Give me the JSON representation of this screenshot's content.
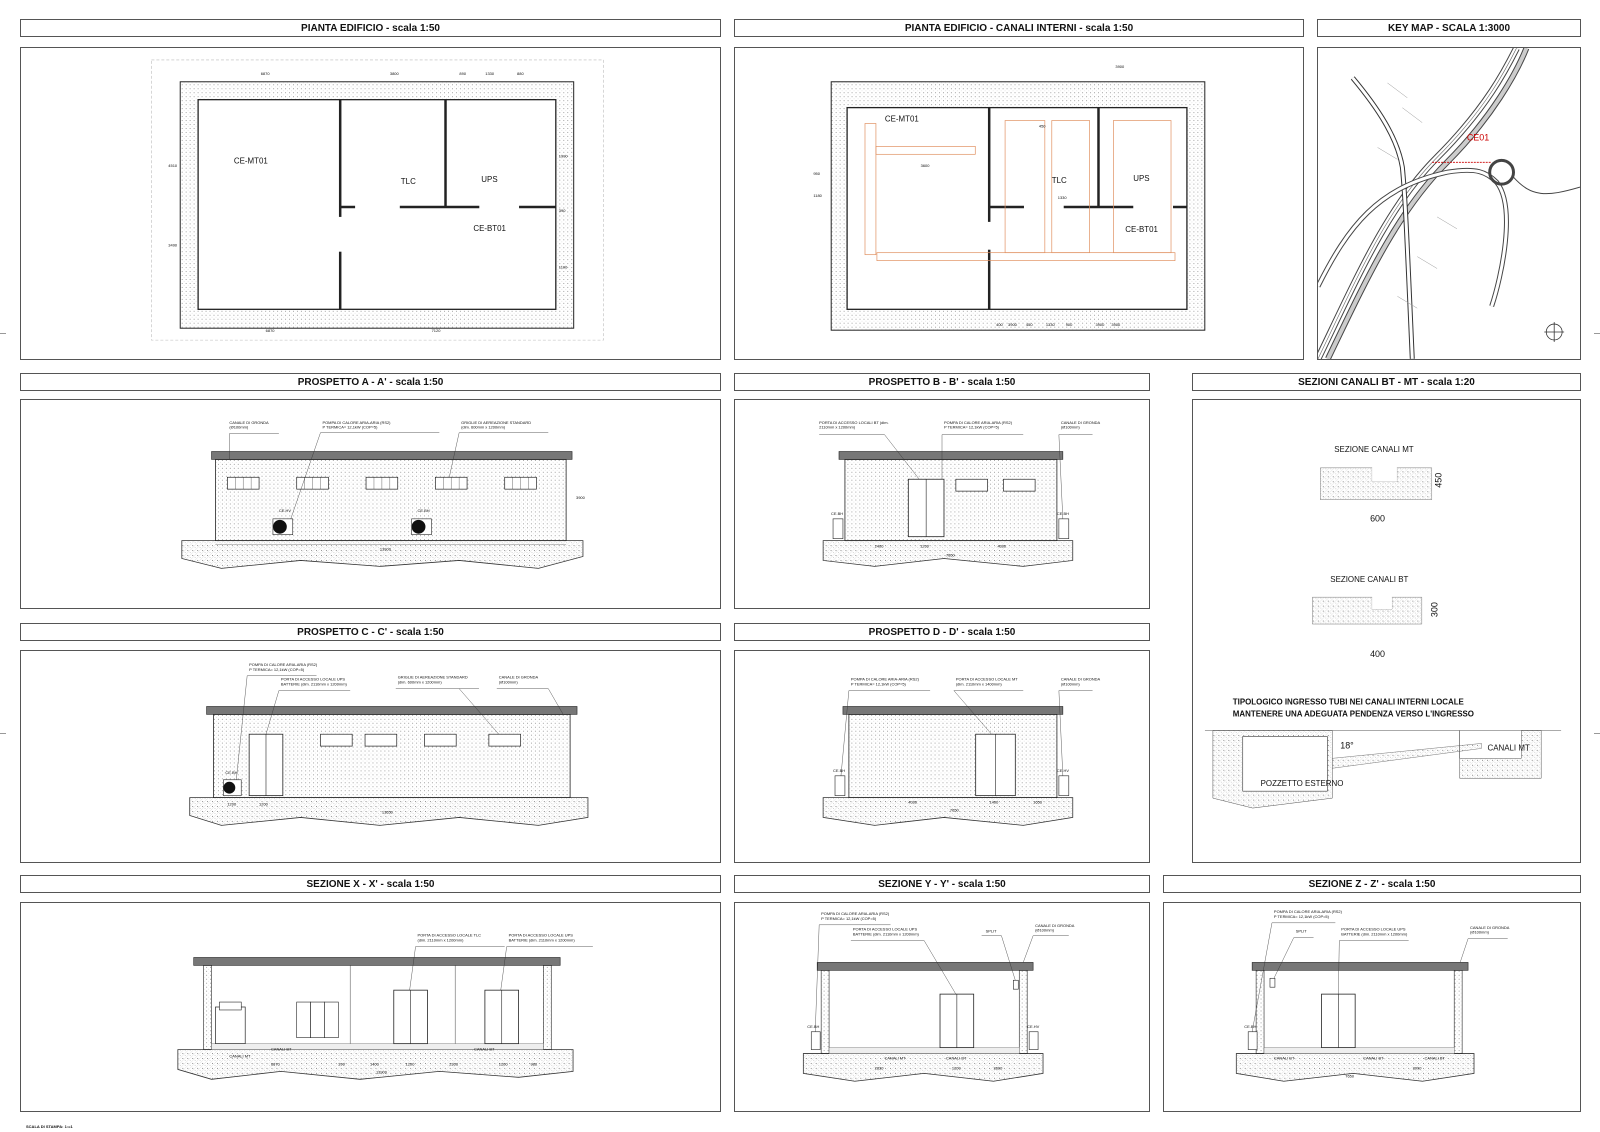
{
  "headers": {
    "plan": "PIANTA EDIFICIO - scala 1:50",
    "canali": "PIANTA EDIFICIO - CANALI INTERNI - scala 1:50",
    "keymap": "KEY MAP  -  SCALA 1:3000",
    "pa": "PROSPETTO A - A' - scala 1:50",
    "pb": "PROSPETTO B - B' - scala 1:50",
    "sez_canali": "SEZIONI CANALI BT - MT - scala 1:20",
    "pc": "PROSPETTO C - C' - scala 1:50",
    "pd": "PROSPETTO D - D' - scala 1:50",
    "sx": "SEZIONE X - X' - scala 1:50",
    "sy": "SEZIONE Y - Y' - scala 1:50",
    "sz": "SEZIONE Z - Z' - scala 1:50"
  },
  "plan": {
    "rooms": [
      "CE-MT01",
      "TLC",
      "UPS",
      "CE-BT01"
    ],
    "dims_top": [
      "6870",
      "3800",
      "890",
      "1330",
      "880"
    ],
    "dims_bottom": [
      "6870",
      "7120"
    ],
    "dims_side": [
      "4510",
      "3490",
      "1990",
      "390",
      "1190"
    ]
  },
  "canali": {
    "rooms": [
      "CE-MT01",
      "TLC",
      "UPS",
      "CE-BT01"
    ],
    "dims": [
      "3900",
      "1330",
      "3600",
      "450",
      "400",
      "3900",
      "450",
      "1330",
      "900",
      "3900",
      "3900",
      "950",
      "1180"
    ]
  },
  "keymap": {
    "marker": "CE01"
  },
  "pa": {
    "notes": [
      {
        "t1": "CANALE DI GRONDA",
        "t2": "(Ø100mm)"
      },
      {
        "t1": "POMPA DI CALORE ARIA-ARIA (RS2)",
        "t2": "P TERMICA= 12,1kW (COP=5)"
      },
      {
        "t1": "GRIGLIE DI AEREAZIONE STANDARD",
        "t2": "(dim. 600mm x 1200mm)"
      }
    ],
    "units": [
      "CE.HV",
      "CE.BH"
    ],
    "dim": "13900",
    "height": "3900"
  },
  "pb": {
    "notes": [
      {
        "t1": "PORTA DI ACCESSO LOCALI BT   (dim.",
        "t2": "2110mm x 1200mm)"
      },
      {
        "t1": "POMPA DI CALORE ARIA-ARIA (RS2)",
        "t2": "P TERMICA= 12,1kW (COP=5)"
      },
      {
        "t1": "CANALE DI GRONDA",
        "t2": "(Ø100mm)"
      }
    ],
    "units": [
      "CE.BH",
      "CE.BH"
    ],
    "dims": [
      "2400",
      "1200",
      "4000"
    ],
    "total": "7650"
  },
  "pc": {
    "notes": [
      {
        "t1": "POMPA DI CALORE ARIA-ARIA (RS2)",
        "t2": "P TERMICA= 12,1kW (COP=5)"
      },
      {
        "t1": "PORTA DI ACCESSO LOCALE UPS",
        "t2": "BATTERIE   (dim. 2110mm x 1200mm)"
      },
      {
        "t1": "GRIGLIE DI AEREAZIONE  STANDARD",
        "t2": "(dim. 600mm x 1200mm)"
      },
      {
        "t1": "CANALE DI GRONDA",
        "t2": "(Ø100mm)"
      }
    ],
    "units": [
      "CE.BH"
    ],
    "dims": [
      "1200",
      "1200"
    ],
    "total": "13650"
  },
  "pd": {
    "notes": [
      {
        "t1": "POMPA DI CALORE ARIA-ARIA (RS2)",
        "t2": "P TERMICA= 12,1kW (COP=5)"
      },
      {
        "t1": "PORTA DI ACCESSO LOCALE MT",
        "t2": "(dim. 2110mm x 1400mm)"
      },
      {
        "t1": "CANALE DI GRONDA",
        "t2": "(Ø100mm)"
      }
    ],
    "units": [
      "CE.BH",
      "CE.HV"
    ],
    "dims": [
      "4000",
      "1400",
      "1650"
    ],
    "total": "7650"
  },
  "sez_canali": {
    "mt_title": "SEZIONE CANALI MT",
    "mt_w": "600",
    "mt_h": "450",
    "bt_title": "SEZIONE CANALI BT",
    "bt_w": "400",
    "bt_h": "300",
    "tip1": "TIPOLOGICO INGRESSO TUBI NEI CANALI INTERNI LOCALE",
    "tip2": "MANTENERE UNA ADEGUATA PENDENZA VERSO L'INGRESSO",
    "angle": "18°",
    "canali_mt": "CANALI MT",
    "pozzetto": "POZZETTO ESTERNO"
  },
  "sx": {
    "notes": [
      {
        "t1": "PORTA DI ACCESSO LOCALE TLC",
        "t2": "(dim. 2110mm x 1200mm)"
      },
      {
        "t1": "PORTA DI ACCESSO LOCALE UPS",
        "t2": "BATTERIE   (dim. 2110mm x 1200mm)"
      }
    ],
    "canali": [
      "CANALI  MT",
      "CANALI  BT",
      "CANALI  BT"
    ],
    "dims": [
      "6870",
      "390",
      "1400",
      "1200",
      "2300",
      "1200",
      "980"
    ],
    "total": "13900"
  },
  "sy": {
    "notes": [
      {
        "t1": "POMPA DI CALORE ARIA-ARIA (RS2)",
        "t2": "P TERMICA= 12,1kW (COP=5)"
      },
      {
        "t1": "PORTA DI ACCESSO LOCALE UPS",
        "t2": "BATTERIE   (dim. 2110mm x 1200mm)"
      },
      {
        "t1": "SPLIT",
        "t2": ""
      },
      {
        "t1": "CANALE DI GRONDA",
        "t2": "(Ø100mm)"
      }
    ],
    "units": [
      "CE.BH",
      "CE.HV"
    ],
    "canali": [
      "CANALI  MT",
      "CANALI  BT"
    ],
    "dims": [
      "2830",
      "1200",
      "3600"
    ]
  },
  "sz": {
    "notes": [
      {
        "t1": "POMPA DI CALORE ARIA-ARIA (RS2)",
        "t2": "P TERMICA= 12,1kW (COP=5)"
      },
      {
        "t1": "SPLIT",
        "t2": ""
      },
      {
        "t1": "PORTA DI ACCESSO LOCALE UPS",
        "t2": "BATTERIE   (dim. 2110mm x 1200mm)"
      },
      {
        "t1": "CANALE DI GRONDA",
        "t2": "(Ø100mm)"
      }
    ],
    "units": [
      "CE.BH"
    ],
    "canali": [
      "CANALI  BT",
      "CANALI  BT",
      "CANALI  BT"
    ],
    "dims": [
      "3990"
    ],
    "total": "7650"
  },
  "footer": "SCALA DI STAMPA: 1:=1"
}
